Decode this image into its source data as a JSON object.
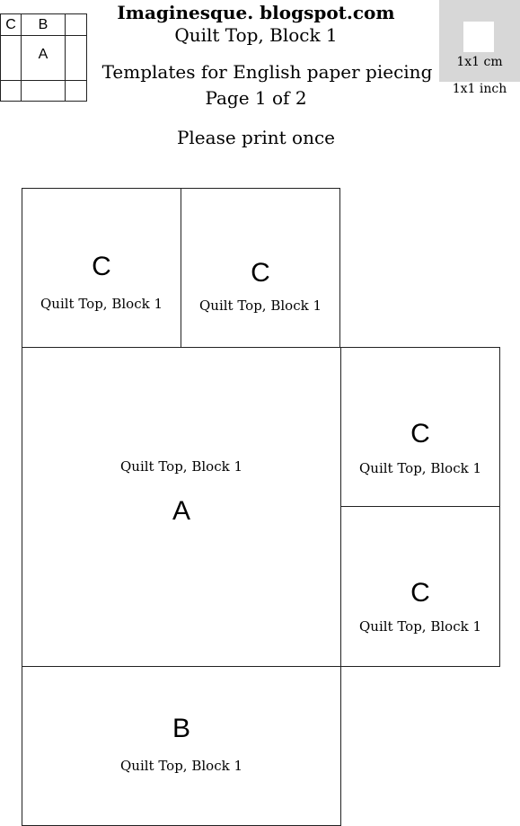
{
  "header": {
    "site": "Imaginesque. blogspot.com",
    "block": "Quilt Top, Block 1",
    "templates": "Templates for English paper piecing",
    "page": "Page 1 of 2",
    "instruction": "Please print once"
  },
  "scale_reference": {
    "cm_label": "1x1 cm",
    "inch_label": "1x1 inch"
  },
  "layout_diagram": {
    "labels": [
      "C",
      "B",
      "A"
    ]
  },
  "pieces": [
    {
      "letter": "C",
      "label": "Quilt Top, Block 1"
    },
    {
      "letter": "C",
      "label": "Quilt Top, Block 1"
    },
    {
      "letter": "A",
      "label": "Quilt Top, Block 1"
    },
    {
      "letter": "C",
      "label": "Quilt Top, Block 1"
    },
    {
      "letter": "C",
      "label": "Quilt Top, Block 1"
    },
    {
      "letter": "B",
      "label": "Quilt Top, Block 1"
    }
  ]
}
